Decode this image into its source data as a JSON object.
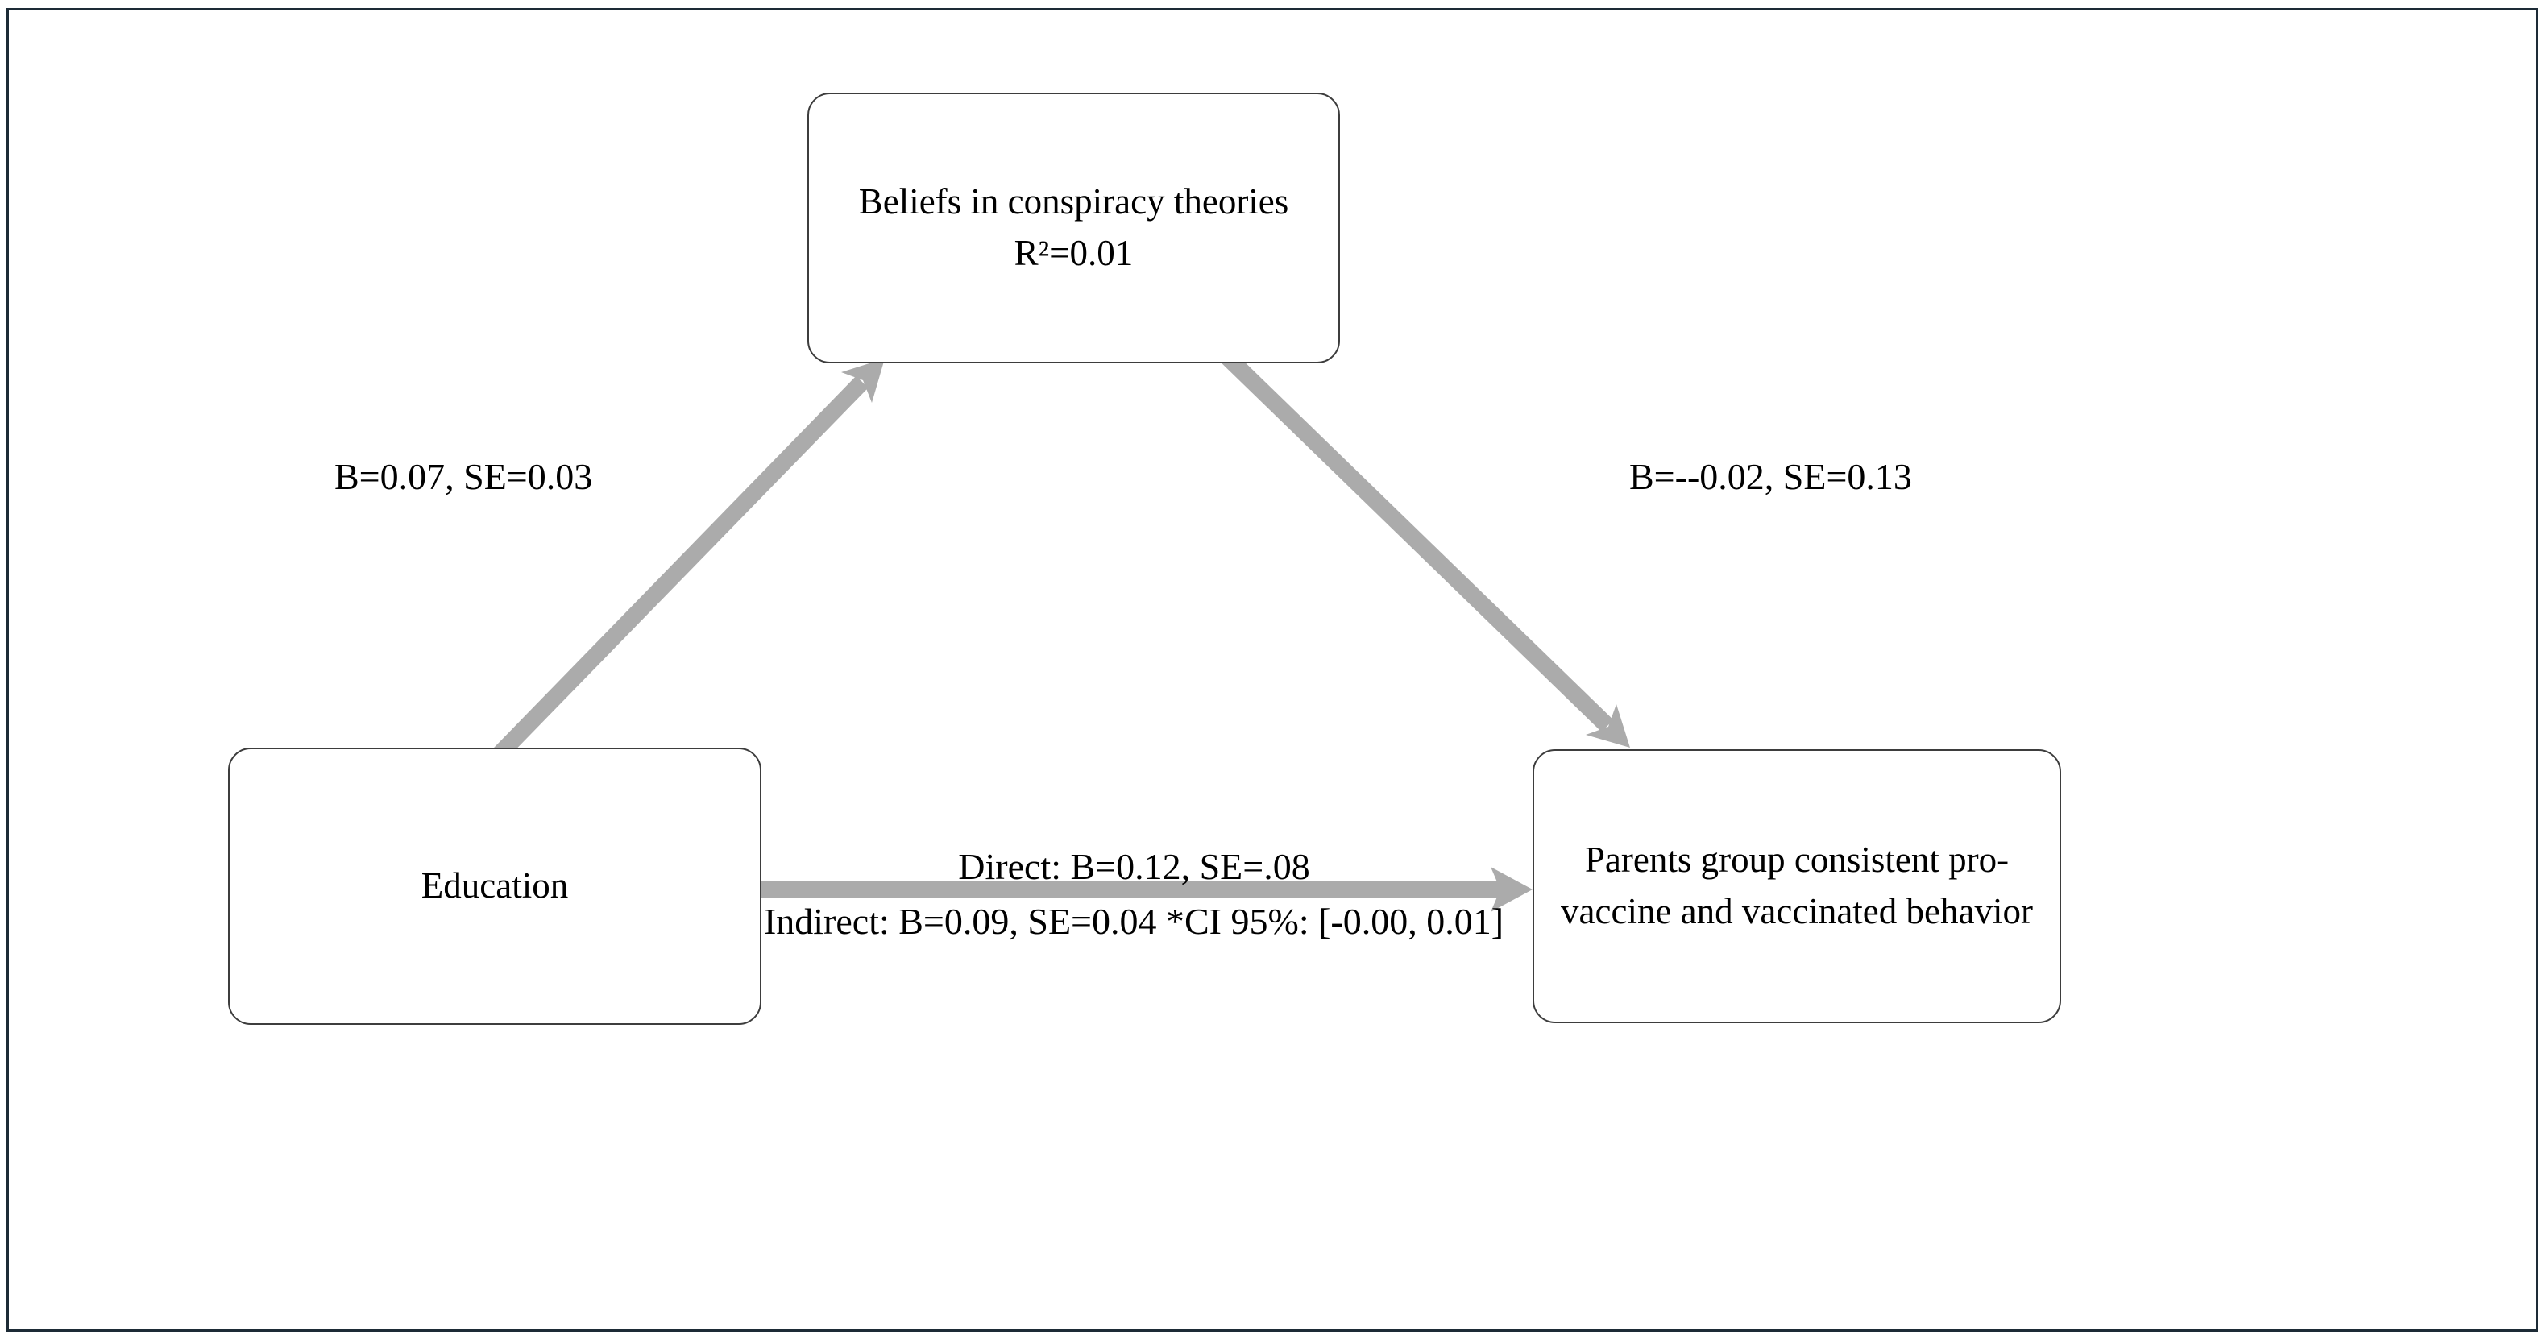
{
  "diagram": {
    "type": "mediation-path-diagram",
    "nodes": {
      "mediator": {
        "text": "Beliefs in conspiracy theories\nR²=0.01"
      },
      "predictor": {
        "text": "Education"
      },
      "outcome": {
        "text": "Parents group consistent pro-\nvaccine and vaccinated behavior"
      }
    },
    "paths": {
      "predictor_to_mediator": {
        "label": "B=0.07, SE=0.03"
      },
      "mediator_to_outcome": {
        "label": "B=--0.02, SE=0.13"
      },
      "predictor_to_outcome": {
        "direct_label": "Direct: B=0.12, SE=.08",
        "indirect_label": "Indirect: B=0.09, SE=0.04 *CI 95%: [-0.00, 0.01]"
      }
    },
    "colors": {
      "arrow": "#ababab",
      "node_border": "#3d3d3d",
      "frame_border": "#1d2b36",
      "text": "#000000",
      "background": "#ffffff"
    }
  }
}
